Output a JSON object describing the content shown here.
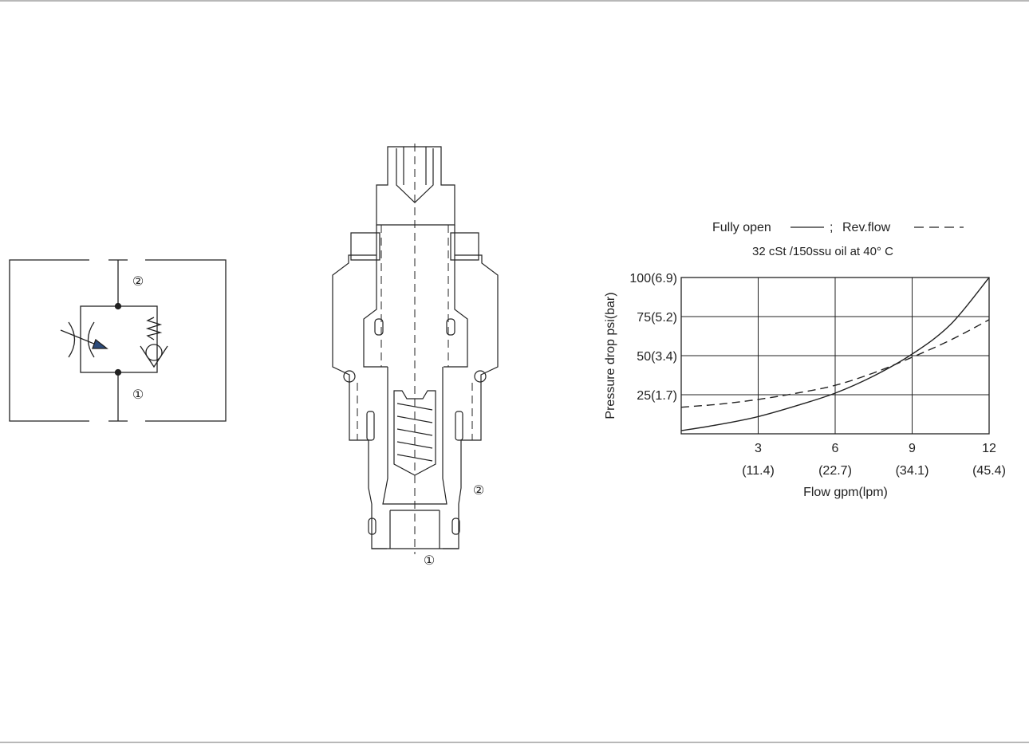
{
  "symbol": {
    "port_top": "②",
    "port_bottom": "①"
  },
  "section": {
    "port_side": "②",
    "port_bottom": "①"
  },
  "chart_data": {
    "type": "line",
    "legend_text": "Fully open",
    "legend_sep": ";",
    "legend_text2": "Rev.flow",
    "condition": "32 cSt /150ssu oil at 40°  C",
    "xlabel": "Flow gpm(lpm)",
    "ylabel": "Pressure drop psi(bar)",
    "xlim": [
      0,
      12
    ],
    "ylim": [
      0,
      100
    ],
    "x_ticks": [
      {
        "value": 3,
        "label": "3",
        "sublabel": "(11.4)"
      },
      {
        "value": 6,
        "label": "6",
        "sublabel": "(22.7)"
      },
      {
        "value": 9,
        "label": "9",
        "sublabel": "(34.1)"
      },
      {
        "value": 12,
        "label": "12",
        "sublabel": "(45.4)"
      }
    ],
    "y_ticks": [
      {
        "value": 25,
        "label": "25(1.7)"
      },
      {
        "value": 50,
        "label": "50(3.4)"
      },
      {
        "value": 75,
        "label": "75(5.2)"
      },
      {
        "value": 100,
        "label": "100(6.9)"
      }
    ],
    "grid": true,
    "series": [
      {
        "name": "Fully open",
        "style": "solid",
        "x": [
          0,
          1.5,
          3,
          4.5,
          6,
          7.5,
          9,
          10.5,
          12
        ],
        "y": [
          2,
          6,
          11,
          18,
          26,
          37,
          51,
          70,
          100
        ]
      },
      {
        "name": "Rev.flow",
        "style": "dashed",
        "x": [
          0,
          1.5,
          3,
          4.5,
          6,
          7.5,
          9,
          10.5,
          12
        ],
        "y": [
          17,
          19,
          22,
          26,
          31,
          39,
          49,
          60,
          73
        ]
      }
    ]
  }
}
